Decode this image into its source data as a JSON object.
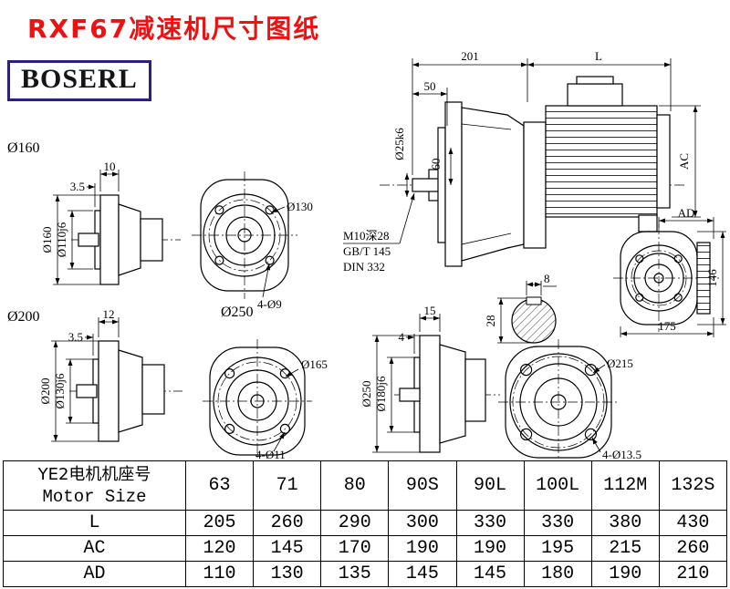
{
  "colors": {
    "title_red": "#ee1111",
    "logo_border": "#2b2178",
    "line": "#000000"
  },
  "header": {
    "title": "RXF67减速机尺寸图纸",
    "logo_text": "BOSERL"
  },
  "drawings": {
    "main_view": {
      "dim_length_reducer": "201",
      "dim_length_motor": "L",
      "dim_shaft_length": "50",
      "shaft_dia": "Ø25k6",
      "dim_60": "60",
      "dim_ac": "AC"
    },
    "thread_note": {
      "line1": "M10深28",
      "line2": "GB/T 145",
      "line3": "DIN 332"
    },
    "key_section": {
      "key_width": "8",
      "key_depth": "28"
    },
    "flange_160": {
      "label": "Ø160",
      "dim_thickness": "10",
      "dim_step": "3.5",
      "outer_dia": "Ø160",
      "spigot_dia": "Ø110j6",
      "bolt_circle": "Ø130",
      "holes": "4-Ø9"
    },
    "flange_200": {
      "label": "Ø200",
      "dim_thickness": "12",
      "dim_step": "3.5",
      "outer_dia": "Ø200",
      "spigot_dia": "Ø130j6",
      "bolt_circle": "Ø165",
      "holes": "4-Ø11"
    },
    "flange_250": {
      "label": "Ø250",
      "dim_thickness": "15",
      "dim_step": "4",
      "outer_dia": "Ø250",
      "spigot_dia": "Ø180j6",
      "bolt_circle": "Ø215",
      "holes": "4-Ø13.5"
    },
    "rear_view": {
      "dim_ad": "AD",
      "dim_height": "146",
      "dim_width": "175"
    }
  },
  "table": {
    "header_cn": "YE2电机机座号",
    "header_en": "Motor Size",
    "columns": [
      "63",
      "71",
      "80",
      "90S",
      "90L",
      "100L",
      "112M",
      "132S"
    ],
    "rows": [
      {
        "label": "L",
        "values": [
          "205",
          "260",
          "290",
          "300",
          "330",
          "330",
          "380",
          "430"
        ]
      },
      {
        "label": "AC",
        "values": [
          "120",
          "145",
          "170",
          "190",
          "190",
          "195",
          "215",
          "260"
        ]
      },
      {
        "label": "AD",
        "values": [
          "110",
          "130",
          "135",
          "145",
          "145",
          "180",
          "190",
          "210"
        ]
      }
    ]
  }
}
